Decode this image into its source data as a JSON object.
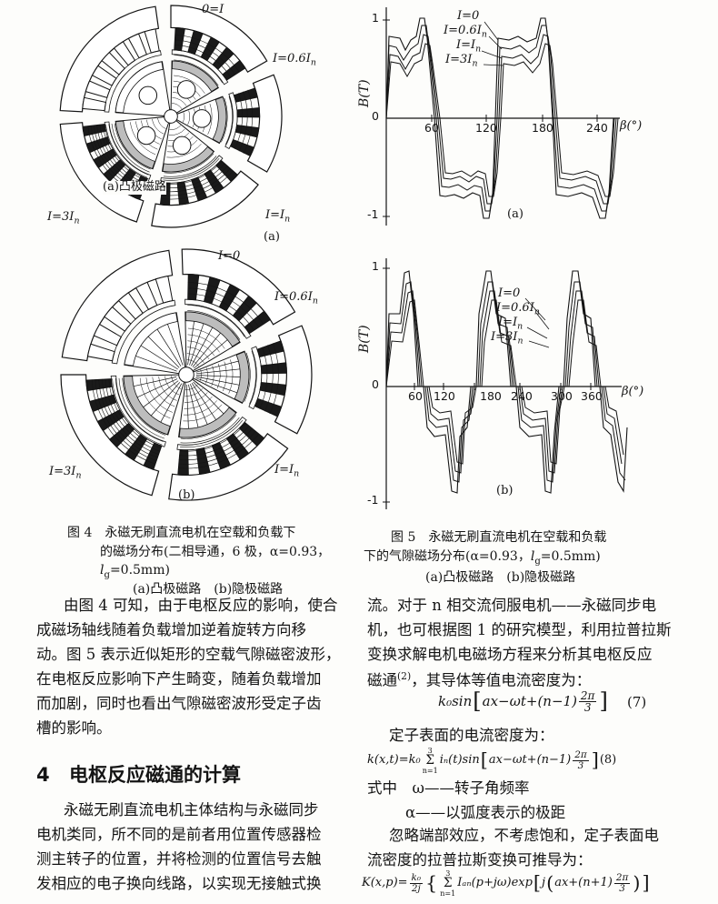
{
  "fig4a": {
    "label_top": "0=I",
    "label_06": "I=0.6I",
    "label_3": "I=3I",
    "label_1": "I=I",
    "sub_n": "n",
    "inner_caption": "(a)凸极磁路",
    "tag": "(a)"
  },
  "fig4b": {
    "label_top": "I=0",
    "label_06": "I=0.6I",
    "label_3": "I=3I",
    "label_1": "I=I",
    "sub_n": "n",
    "tag": "(b)"
  },
  "fig4_caption": {
    "line1": "图 4　永磁无刷直流电机在空载和负载下",
    "line2": "的磁场分布(二相导通，6 极，α=0.93，",
    "line3_l": "l",
    "line3_sub": "g",
    "line3_rest": "=0.5mm)",
    "line4": "(a)凸极磁路　(b)隐极磁路"
  },
  "fig5a": {
    "ylabel": "B(T)",
    "xlabel": "β(°)",
    "yticks": [
      "1",
      "0",
      "-1"
    ],
    "xticks": [
      "60",
      "120",
      "180",
      "240"
    ],
    "legend": [
      {
        "main": "I=0",
        "sub": ""
      },
      {
        "main": "I=0.6I",
        "sub": "n"
      },
      {
        "main": "I=I",
        "sub": "n"
      },
      {
        "main": "I=3I",
        "sub": "n"
      }
    ],
    "tag": "(a)"
  },
  "fig5b": {
    "ylabel": "B(T)",
    "xlabel": "β(°)",
    "yticks": [
      "1",
      "0",
      "-1"
    ],
    "xticks": [
      "60",
      "120",
      "180",
      "240",
      "300",
      "360"
    ],
    "legend": [
      {
        "main": "I=0",
        "sub": ""
      },
      {
        "main": "I=0.6I",
        "sub": "n"
      },
      {
        "main": "I=I",
        "sub": "n"
      },
      {
        "main": "I=3I",
        "sub": "n"
      }
    ],
    "tag": "(b)"
  },
  "fig5_caption": {
    "line1": "图 5　永磁无刷直流电机在空载和负载",
    "line2_a": "下的气隙磁场分布(α=0.93，",
    "line2_l": "l",
    "line2_sub": "g",
    "line2_rest": "=0.5mm)",
    "line3": "(a)凸极磁路　(b)隐极磁路"
  },
  "left_text": {
    "para1": [
      "由图 4 可知，由于电枢反应的影响，使合",
      "成磁场轴线随着负载增加逆着旋转方向移",
      "动。图 5 表示近似矩形的空载气隙磁密波形，",
      "在电枢反应影响下产生畸变，随着负载增加",
      "而加剧，同时也看出气隙磁密波形受定子齿",
      "槽的影响。"
    ],
    "section_number": "4",
    "section_title": "电枢反应磁通的计算",
    "para2": [
      "永磁无刷直流电机主体结构与永磁同步",
      "电机类同，所不同的是前者用位置传感器检",
      "测主转子的位置，并将检测的位置信号去触",
      "发相应的电子换向线路，以实现无接触式换"
    ]
  },
  "right_text": {
    "lines": [
      "流。对于 n 相交流伺服电机——永磁同步电",
      "机，也可根据图 1 的研究模型，利用拉普拉斯",
      "变换求解电机电磁场方程来分析其电枢反应"
    ],
    "line4_a": "磁通",
    "line4_ref": "(2)",
    "line4_b": "，其导体等值电流密度为：",
    "eq7": {
      "pre": "k₀sin",
      "lb": "[",
      "body": "ax−ωt+(n−1)",
      "num": "2π",
      "den": "3",
      "rb": "]",
      "tag": "(7)"
    },
    "stator_line": "定子表面的电流密度为：",
    "eq8": {
      "pre": "k(x,t)=k₀",
      "sum_top": "3",
      "sum_sym": "Σ",
      "sum_bot": "n=1",
      "mid": "iₙ(t)sin",
      "lb": "[",
      "body": "ax−ωt+(n−1)",
      "num": "2π",
      "den": "3",
      "rb": "]",
      "tag": "(8)"
    },
    "where_line": "式中　ω——转子角频率",
    "alpha_line": "α——以弧度表示的极距",
    "ignore_line": "忽略端部效应，不考虑饱和，定子表面电",
    "laplace_line": "流密度的拉普拉斯变换可推导为：",
    "eqK": {
      "pre": "K(x,p)=",
      "num": "k₀",
      "den": "2j",
      "lbrace": "{",
      "sum_top": "3",
      "sum_sym": "Σ",
      "sum_bot": "n=1",
      "mid": "Iₐₙ(p+jω)exp",
      "lb": "[",
      "j": "j",
      "lp": "(",
      "body": "ax+(n+1)",
      "num2": "2π",
      "den2": "3",
      "rp": ")",
      "rb": "]"
    }
  },
  "colors": {
    "ink": "#141414",
    "slot_dark": "#1a1a1a",
    "magnet": "#bdbdbd"
  }
}
